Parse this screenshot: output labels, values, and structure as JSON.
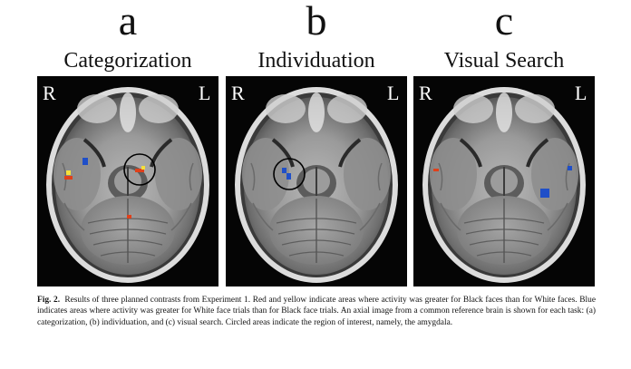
{
  "panels": [
    {
      "letter": "a",
      "title": "Categorization",
      "left_label": "R",
      "right_label": "L"
    },
    {
      "letter": "b",
      "title": "Individuation",
      "left_label": "R",
      "right_label": "L"
    },
    {
      "letter": "c",
      "title": "Visual Search",
      "left_label": "R",
      "right_label": "L"
    }
  ],
  "caption": {
    "lead": "Fig. 2.",
    "text": "Results of three planned contrasts from Experiment 1. Red and yellow indicate areas where activity was greater for Black faces than for White faces. Blue indicates areas where activity was greater for White face trials than for Black face trials. An axial image from a common reference brain is shown for each task: (a) categorization, (b) individuation, and (c) visual search. Circled areas indicate the region of interest, namely, the amygdala."
  },
  "colors": {
    "black_gt_white": "#e0401a",
    "black_gt_white_peak": "#f5e03a",
    "white_gt_black": "#1f4fc8",
    "roi_circle": "#000000"
  }
}
